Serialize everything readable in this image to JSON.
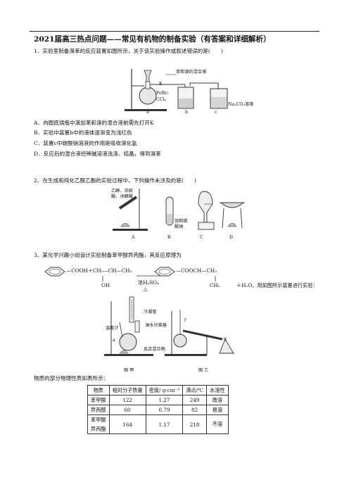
{
  "doc": {
    "title": "2021届高三热点问题——常见有机物的制备实验（有答案和详细解析）"
  },
  "q1": {
    "stem": "1．实验室制备溴苯的反应装置如图所示，关于该实验操作或叙述错误的是(　　)",
    "figure_labels": {
      "mix": "苯和溴的混合液",
      "k": "K",
      "febr3": "FeBr₃",
      "ccl4": "CCl₄",
      "na2co3": "Na₂CO₃溶液",
      "a": "a",
      "b": "b",
      "c": "c"
    },
    "options": [
      "A．向圆底烧瓶中滴加苯和溴的混合液前需先打开K",
      "B．实验中装置b中的液体逐渐变为浅红色",
      "C．装置c中碳酸钠溶液的作用是吸收溴化氢",
      "D．反应后的混合液经稀碱溶液洗涤、结晶，得到溴苯"
    ]
  },
  "q2": {
    "stem": "2、在生成和纯化乙酸乙酯的实验过程中，下列操作未涉及的是(　　)",
    "figure_labels": {
      "reagents": "乙醇、浓硫酸、冰醋酸",
      "na2co3": "饱和碳酸钠",
      "A": "A",
      "B": "B",
      "C": "C",
      "D": "D"
    }
  },
  "q3": {
    "stem": "3、某化学兴趣小组设计实验制备苯甲酸异丙酯，其反应原理为",
    "eq_left": "—COOH＋CH₃—CH—CH₃",
    "eq_left_oh": "OH",
    "eq_condition": "浓H₂SO₄",
    "eq_heat": "△",
    "eq_right": "—COOCH—CH₃",
    "eq_right_sub": "CH₃",
    "eq_tail": "＋H₂O。用如图所示装置进行实验：",
    "figure_labels": {
      "condenser": "冷凝管",
      "separator": "油水分离器",
      "thermometer": "温度计",
      "mixture": "反应混合物",
      "a": "a",
      "fig1": "图 甲",
      "fig2": "图 乙",
      "f": "f",
      "g": "g"
    },
    "table_intro": "物质的部分物理性质如表所示：",
    "table": {
      "headers": [
        "物质",
        "相对分子质量",
        "密度/ g·cm⁻³",
        "沸点/℃",
        "水溶性"
      ],
      "rows": [
        [
          "苯甲酸",
          "122",
          "1.27",
          "249",
          "微溶"
        ],
        [
          "异丙醇",
          "60",
          "0.79",
          "82",
          "易溶"
        ],
        [
          "苯甲酸异丙酯",
          "164",
          "1.17",
          "218",
          "不溶"
        ]
      ],
      "row3_name_line1": "苯甲酸",
      "row3_name_line2": "异丙酯"
    }
  }
}
